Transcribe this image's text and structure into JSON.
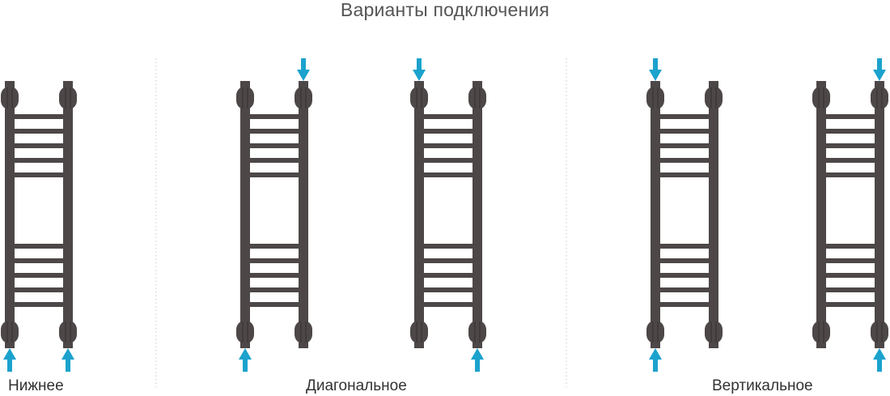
{
  "title": "Варианты подключения",
  "groups": [
    {
      "label": "Нижнее"
    },
    {
      "label": "Диагональное"
    },
    {
      "label": "Вертикальное"
    }
  ],
  "colors": {
    "frame": "#4d4748",
    "arrow": "#1ba2cd",
    "divider": "#c8c8c8",
    "title": "#555555",
    "label": "#333333"
  },
  "icons": [
    "arrow-down-icon",
    "arrow-up-icon"
  ],
  "radiators": [
    {
      "connection": "bottom",
      "inlets": [
        "bottom-left",
        "bottom-right"
      ]
    },
    {
      "connection": "diagonal",
      "inlets": [
        "top-right",
        "bottom-left"
      ]
    },
    {
      "connection": "diagonal",
      "inlets": [
        "top-left",
        "bottom-right"
      ]
    },
    {
      "connection": "vertical",
      "inlets": [
        "top-left",
        "bottom-left"
      ]
    },
    {
      "connection": "vertical",
      "inlets": [
        "top-right",
        "bottom-right"
      ]
    }
  ]
}
